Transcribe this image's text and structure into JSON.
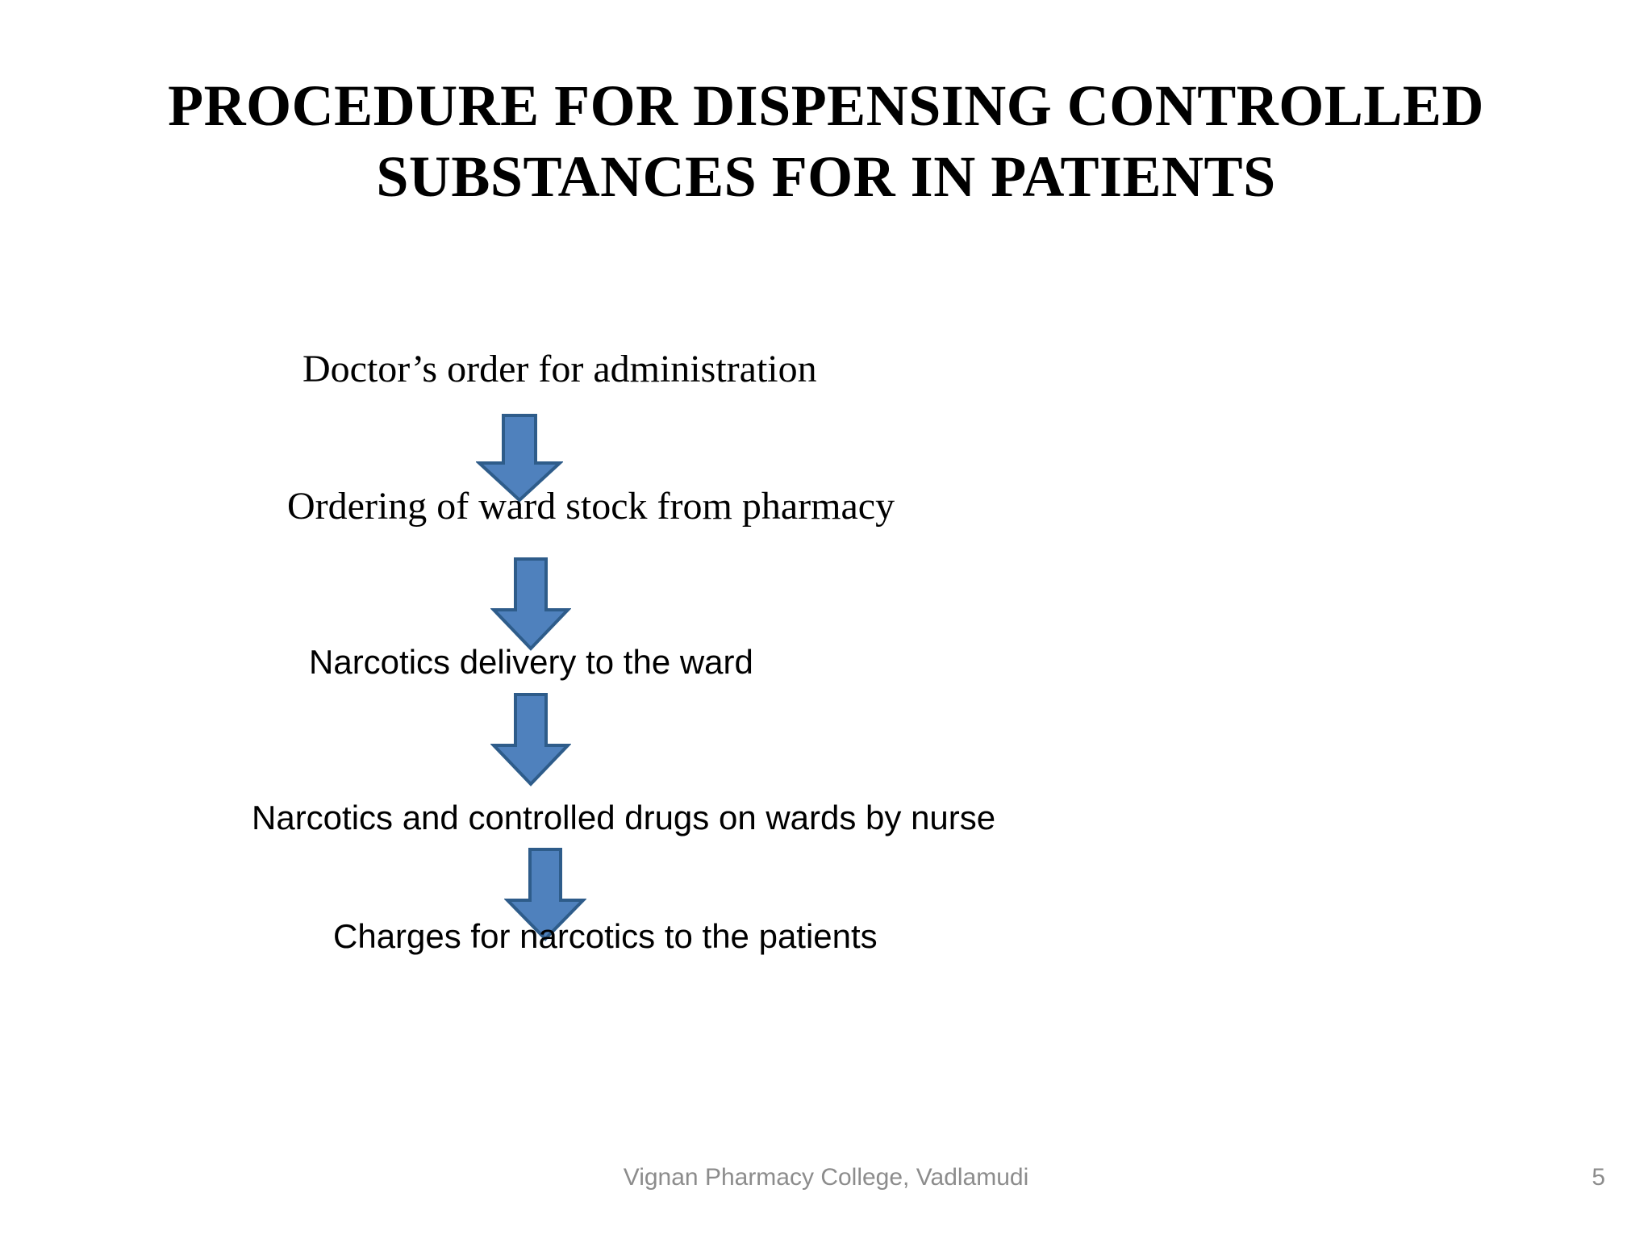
{
  "slide": {
    "title": "PROCEDURE FOR DISPENSING CONTROLLED\nSUBSTANCES FOR IN PATIENTS",
    "background_color": "#FFFFFF",
    "title_color": "#000000"
  },
  "flowchart": {
    "type": "vertical-process-flow",
    "arrow_fill_color": "#4F81BD",
    "arrow_border_color": "#2E5C8A",
    "arrow_icon_name": "down-arrow-icon",
    "steps": [
      {
        "label": "Doctor’s order for administration",
        "style": "serif"
      },
      {
        "label": "Ordering of ward stock from pharmacy",
        "style": "serif"
      },
      {
        "label": "Narcotics delivery to the ward",
        "style": "sans"
      },
      {
        "label": "Narcotics and controlled drugs on wards by nurse",
        "style": "sans"
      },
      {
        "label": "Charges for narcotics to the patients",
        "style": "sans"
      }
    ],
    "connectors": [
      {
        "from": "Doctor’s order for administration",
        "to": "Ordering of ward stock from pharmacy"
      },
      {
        "from": "Ordering of ward stock from pharmacy",
        "to": "Narcotics delivery to the ward"
      },
      {
        "from": "Narcotics delivery to the ward",
        "to": "Narcotics and controlled drugs on wards by nurse"
      },
      {
        "from": "Narcotics and controlled drugs on wards by nurse",
        "to": "Charges for narcotics to the patients"
      }
    ]
  },
  "footer": {
    "text": "Vignan Pharmacy College, Vadlamudi",
    "page_number": "5",
    "color": "#8C8C8C"
  }
}
